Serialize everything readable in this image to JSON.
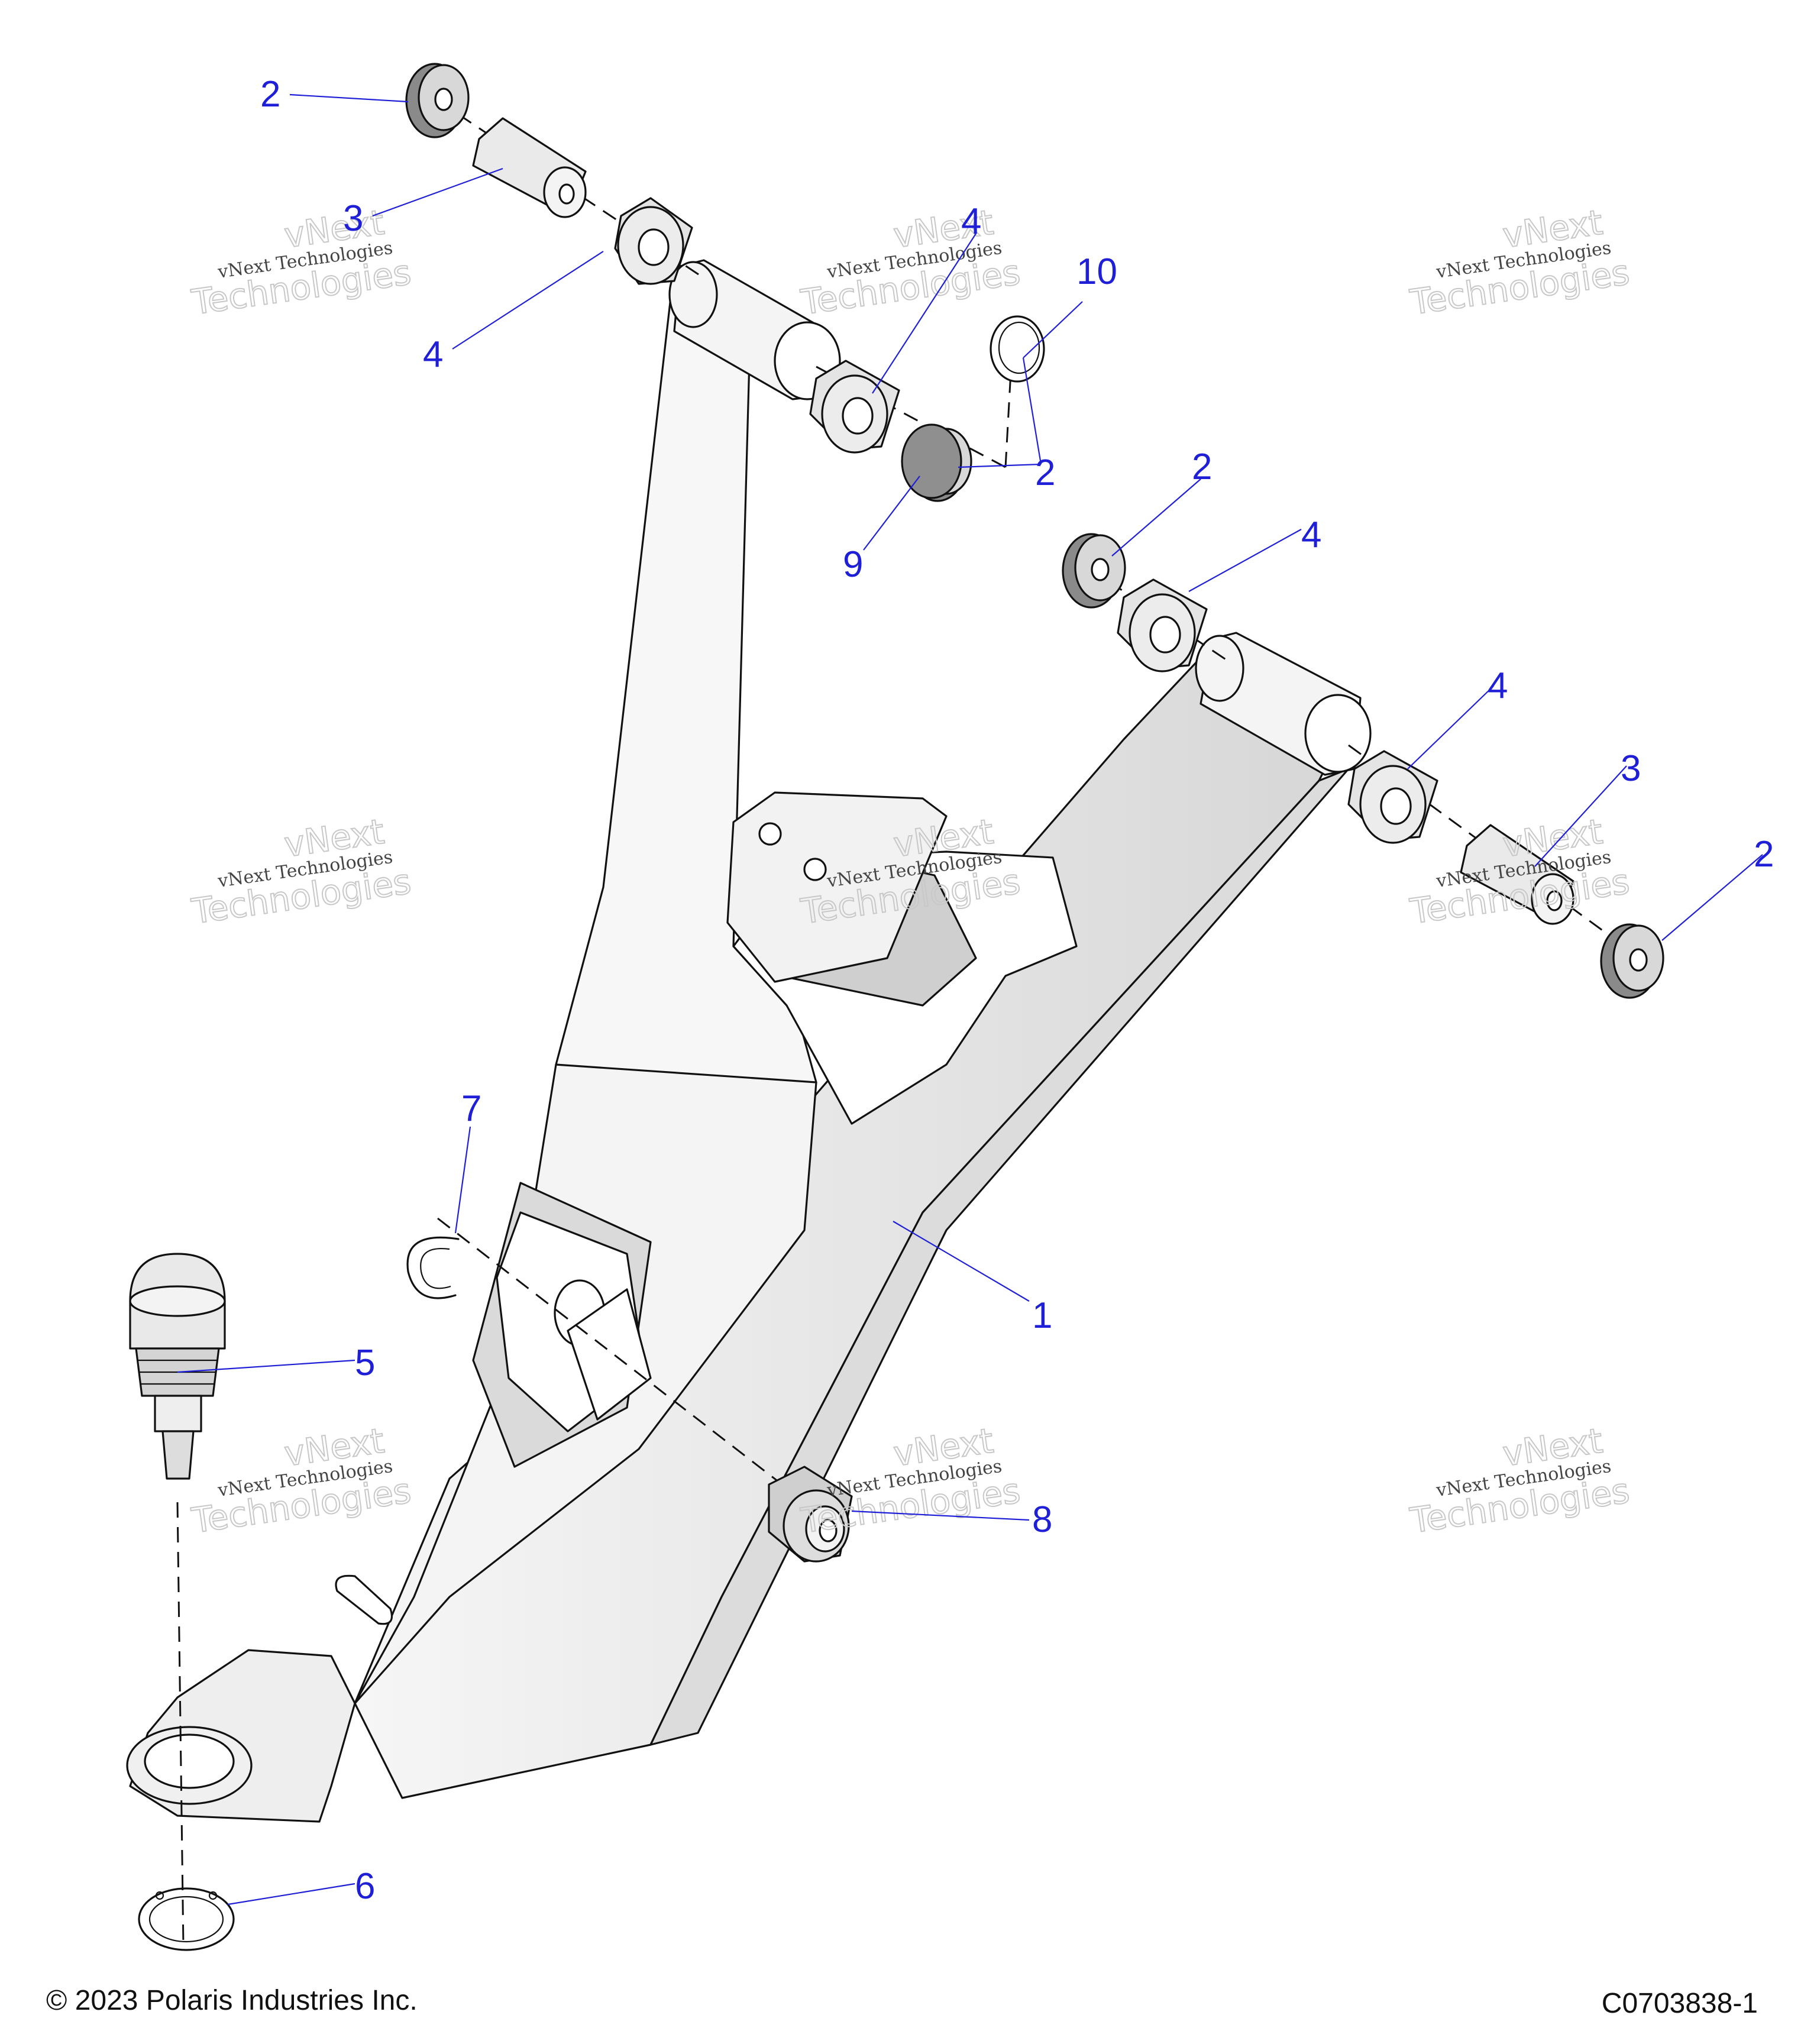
{
  "callouts": [
    {
      "id": "c1",
      "label": "1"
    },
    {
      "id": "c2a",
      "label": "2"
    },
    {
      "id": "c2b",
      "label": "2"
    },
    {
      "id": "c2c",
      "label": "2"
    },
    {
      "id": "c2d",
      "label": "2"
    },
    {
      "id": "c3a",
      "label": "3"
    },
    {
      "id": "c3b",
      "label": "3"
    },
    {
      "id": "c4a",
      "label": "4"
    },
    {
      "id": "c4b",
      "label": "4"
    },
    {
      "id": "c4c",
      "label": "4"
    },
    {
      "id": "c4d",
      "label": "4"
    },
    {
      "id": "c5",
      "label": "5"
    },
    {
      "id": "c6",
      "label": "6"
    },
    {
      "id": "c7",
      "label": "7"
    },
    {
      "id": "c8",
      "label": "8"
    },
    {
      "id": "c9",
      "label": "9"
    },
    {
      "id": "c10",
      "label": "10"
    }
  ],
  "watermark": {
    "line1": "vNext Technologies",
    "line2": "vNext",
    "line3": "Technologies"
  },
  "footer": {
    "copyright": "© 2023 Polaris Industries Inc.",
    "code": "C0703838-1"
  }
}
